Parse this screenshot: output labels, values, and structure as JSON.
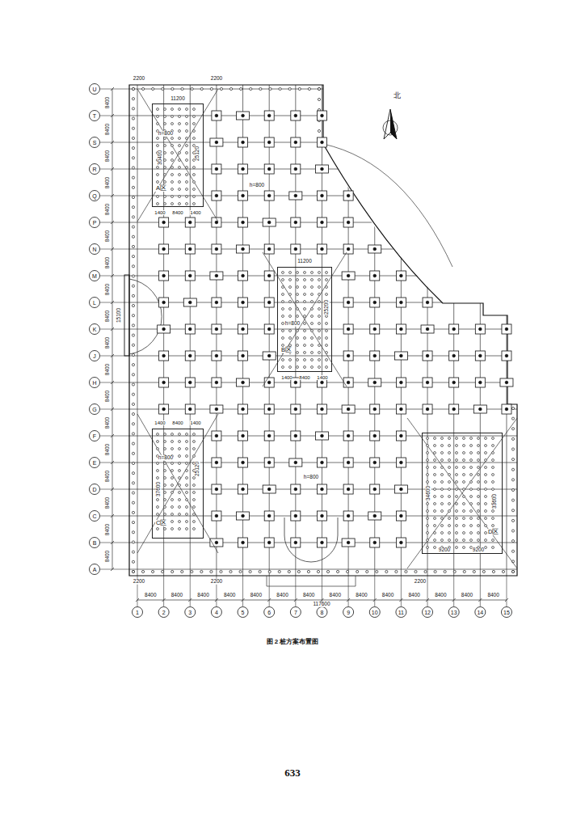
{
  "diagram": {
    "caption": "图 2 桩方案布置图",
    "nodes": [
      {
        "text": [
          "A区"
        ]
      },
      {
        "text": [
          "B区"
        ]
      },
      {
        "text": [
          "C区"
        ]
      },
      {
        "text": [
          "D区"
        ]
      }
    ],
    "labels": [
      "1",
      "2",
      "3",
      "4",
      "5",
      "6",
      "7",
      "8",
      "9",
      "10",
      "11",
      "12",
      "13",
      "14",
      "15",
      "U",
      "T",
      "S",
      "R",
      "Q",
      "P",
      "N",
      "M",
      "L",
      "K",
      "J",
      "H",
      "G",
      "F",
      "E",
      "D",
      "C",
      "B",
      "A",
      "8400",
      "8400",
      "8400",
      "8400",
      "8400",
      "8400",
      "8400",
      "8400",
      "8400",
      "8400",
      "8400",
      "8400",
      "8400",
      "8400",
      "117600",
      "8400",
      "8400",
      "8400",
      "8400",
      "8400",
      "8400",
      "8400",
      "8400",
      "8400",
      "8400",
      "8400",
      "8400",
      "8400",
      "8400",
      "8400",
      "8400",
      "8400",
      "8400",
      "15100",
      "北",
      "h=800",
      "11200",
      "30400",
      "25120",
      "1400",
      "8400",
      "1400",
      "2200",
      "2200",
      "h=800",
      "11200",
      "25200",
      "h=800",
      "1400",
      "8400",
      "1400",
      "1400",
      "8400",
      "1400",
      "h=800",
      "37600",
      "25120",
      "h=800",
      "2200",
      "2200",
      "34600",
      "33600",
      "9200",
      "9200",
      "2200",
      "633"
    ]
  }
}
